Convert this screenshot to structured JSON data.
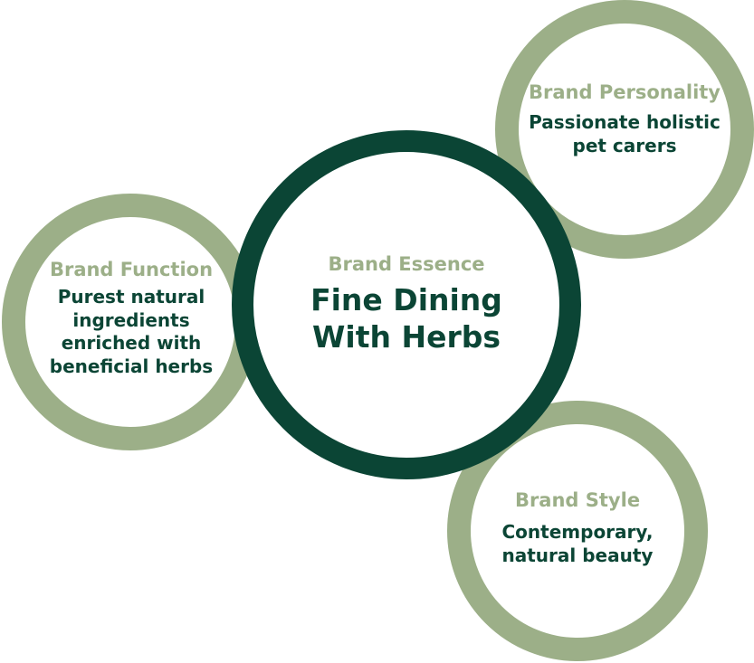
{
  "nodes": {
    "personality": {
      "heading": "Brand Personality",
      "body": "Passionate holistic\npet carers"
    },
    "function": {
      "heading": "Brand Function",
      "body": "Purest natural\ningredients\nenriched with\nbeneficial herbs"
    },
    "essence": {
      "heading": "Brand Essence",
      "body": "Fine Dining\nWith Herbs"
    },
    "style": {
      "heading": "Brand Style",
      "body": "Contemporary,\nnatural beauty"
    }
  },
  "colors": {
    "outer_ring": "#9caf88",
    "center_ring": "#0b4535",
    "heading_text": "#9caf88",
    "body_text": "#0b4535"
  }
}
